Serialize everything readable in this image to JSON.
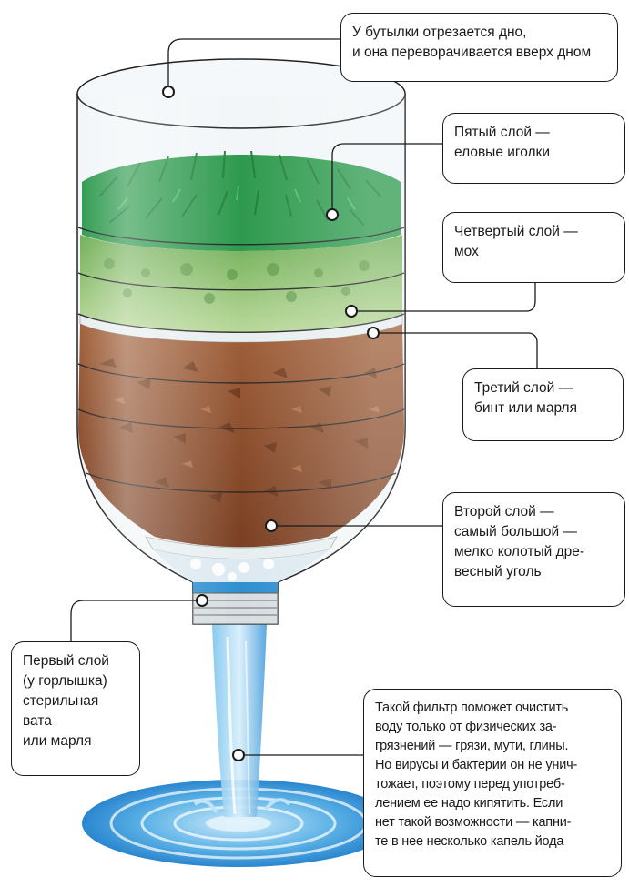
{
  "callouts": {
    "bottle_top": {
      "lines": [
        "У бутылки отрезается дно,",
        "и она переворачивается вверх дном"
      ]
    },
    "layer5": {
      "lines": [
        "Пятый слой —",
        "еловые иголки"
      ]
    },
    "layer4": {
      "lines": [
        "Четвертый слой —",
        "мох"
      ]
    },
    "layer3": {
      "lines": [
        "Третий слой —",
        "бинт или марля"
      ]
    },
    "layer2": {
      "lines": [
        "Второй слой —",
        "самый большой —",
        "мелко колотый дре-",
        "весный уголь"
      ]
    },
    "layer1": {
      "lines": [
        "Первый слой",
        "(у горлышка)",
        "стерильная",
        "вата",
        "или марля"
      ]
    },
    "note": {
      "lines": [
        "Такой фильтр поможет очистить",
        "воду только от физических за-",
        "грязнений — грязи, мути, глины.",
        "Но вирусы и бактерии он не унич-",
        "тожает, поэтому перед употреб-",
        "лением ее надо кипятить. Если",
        "нет такой возможности — капни-",
        "те в нее несколько капель йода"
      ]
    }
  },
  "colors": {
    "needles": "#2e9a4e",
    "moss": "#8fbf6a",
    "gauze": "#e8eef0",
    "charcoal": "#8a4a2a",
    "cotton": "#dde9f1",
    "cap_ring": "#2f8fd0",
    "water": "#4aa8e0",
    "outline": "#1a1a1a"
  }
}
